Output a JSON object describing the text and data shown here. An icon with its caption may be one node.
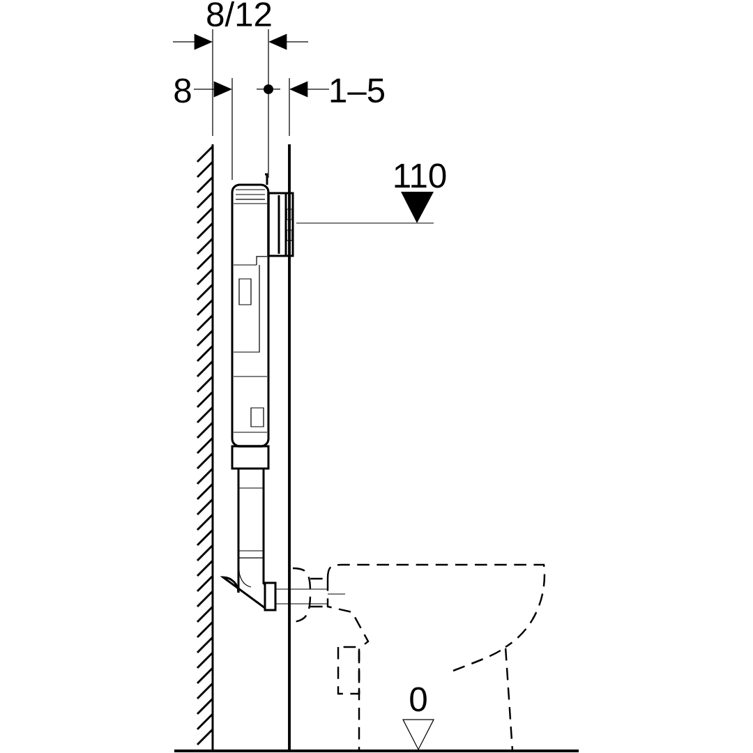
{
  "diagram": {
    "labels": [
      "8/12",
      "8",
      "1–5",
      "110",
      "0"
    ]
  }
}
